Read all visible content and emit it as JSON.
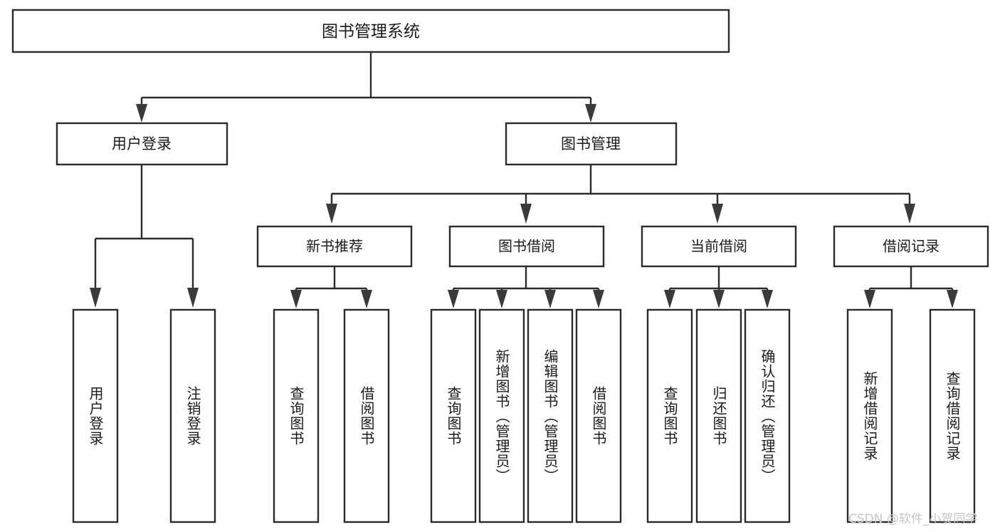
{
  "diagram": {
    "title": "图书管理系统",
    "type": "tree-hierarchy",
    "watermark": "CSDN @软件_小贺同学",
    "colors": {
      "stroke": "#2b2b2b",
      "box_fill": "#ffffff",
      "text": "#1a1a1a",
      "arrow": "#3a3a3a",
      "watermark": "#c6c6c6",
      "background": "#ffffff"
    },
    "root": {
      "label": "图书管理系统"
    },
    "level1": [
      {
        "label": "用户登录"
      },
      {
        "label": "图书管理"
      }
    ],
    "level2": [
      {
        "label": "新书推荐"
      },
      {
        "label": "图书借阅"
      },
      {
        "label": "当前借阅"
      },
      {
        "label": "借阅记录"
      }
    ],
    "leaves": {
      "user_login": [
        {
          "label": "用户登录"
        },
        {
          "label": "注销登录"
        }
      ],
      "new_book_recommend": [
        {
          "label": "查询图书"
        },
        {
          "label": "借阅图书"
        }
      ],
      "book_borrow": [
        {
          "label": "查询图书"
        },
        {
          "label": "新增图书（管理员）"
        },
        {
          "label": "编辑图书（管理员）"
        },
        {
          "label": "借阅图书"
        }
      ],
      "current_borrow": [
        {
          "label": "查询图书"
        },
        {
          "label": "归还图书"
        },
        {
          "label": "确认归还（管理员）"
        }
      ],
      "borrow_record": [
        {
          "label": "新增借阅记录"
        },
        {
          "label": "查询借阅记录"
        }
      ]
    }
  },
  "chart_data": {
    "type": "table",
    "title": "图书管理系统功能结构",
    "hierarchy": [
      {
        "level": 0,
        "label": "图书管理系统",
        "children": [
          {
            "level": 1,
            "label": "用户登录",
            "children": [
              {
                "level": 2,
                "label": "用户登录"
              },
              {
                "level": 2,
                "label": "注销登录"
              }
            ]
          },
          {
            "level": 1,
            "label": "图书管理",
            "children": [
              {
                "level": 2,
                "label": "新书推荐",
                "children": [
                  {
                    "level": 3,
                    "label": "查询图书"
                  },
                  {
                    "level": 3,
                    "label": "借阅图书"
                  }
                ]
              },
              {
                "level": 2,
                "label": "图书借阅",
                "children": [
                  {
                    "level": 3,
                    "label": "查询图书"
                  },
                  {
                    "level": 3,
                    "label": "新增图书（管理员）"
                  },
                  {
                    "level": 3,
                    "label": "编辑图书（管理员）"
                  },
                  {
                    "level": 3,
                    "label": "借阅图书"
                  }
                ]
              },
              {
                "level": 2,
                "label": "当前借阅",
                "children": [
                  {
                    "level": 3,
                    "label": "查询图书"
                  },
                  {
                    "level": 3,
                    "label": "归还图书"
                  },
                  {
                    "level": 3,
                    "label": "确认归还（管理员）"
                  }
                ]
              },
              {
                "level": 2,
                "label": "借阅记录",
                "children": [
                  {
                    "level": 3,
                    "label": "新增借阅记录"
                  },
                  {
                    "level": 3,
                    "label": "查询借阅记录"
                  }
                ]
              }
            ]
          }
        ]
      }
    ]
  }
}
